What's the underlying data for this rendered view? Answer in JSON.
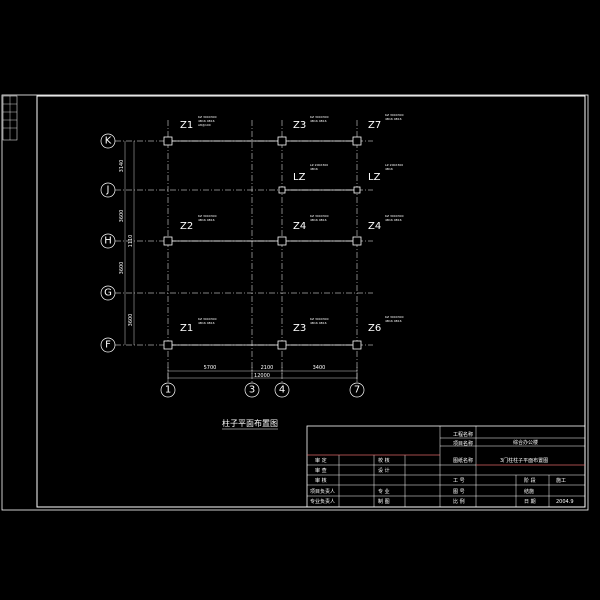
{
  "axes": {
    "horizontal": [
      "K",
      "J",
      "H",
      "G",
      "F"
    ],
    "vertical": [
      "1",
      "3",
      "4",
      "7"
    ]
  },
  "dimensions": {
    "bottom_segments": [
      "5700",
      "2100",
      "3400"
    ],
    "bottom_total": "12000",
    "left_segments": [
      "3140",
      "3600",
      "3600"
    ],
    "left_inner": [
      "1110",
      "3600"
    ]
  },
  "columns": {
    "k1": "Z1",
    "k4": "Z3",
    "k7": "Z7",
    "j4": "LZ",
    "j7": "LZ",
    "h1": "Z2",
    "h4": "Z4",
    "h7": "Z4",
    "f1": "Z1",
    "f4": "Z3",
    "f7": "Z6"
  },
  "plan_title": "柱子平面布置图",
  "title_block": {
    "project_name_label": "工程名称",
    "project_name": "综合办公楼",
    "sub_item_label": "项目名称",
    "drawing_name_label": "图纸名称",
    "drawing_name": "3门柱柱子平面布置图",
    "rows": [
      [
        "审 定",
        "",
        "校 核",
        ""
      ],
      [
        "审 查",
        "",
        "设 计",
        ""
      ],
      [
        "审 核",
        "",
        "",
        ""
      ],
      [
        "项目负责人",
        "",
        "专 业",
        ""
      ],
      [
        "专业负责人",
        "",
        "制 图",
        ""
      ]
    ],
    "right_rows": [
      [
        "工 号",
        "",
        "阶 段",
        "施工"
      ],
      [
        "图 号",
        "",
        "结施",
        ""
      ],
      [
        "比 例",
        "",
        "日 期",
        "2004.9"
      ]
    ]
  }
}
